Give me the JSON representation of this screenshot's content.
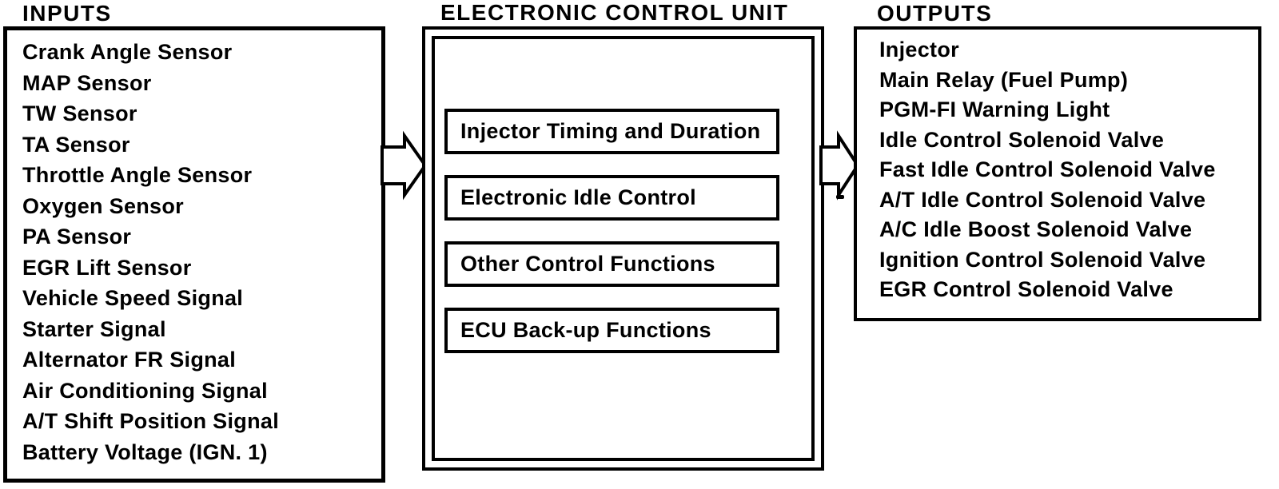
{
  "headings": {
    "inputs": "INPUTS",
    "ecu": "ELECTRONIC CONTROL UNIT",
    "outputs": "OUTPUTS"
  },
  "inputs": {
    "items": [
      "Crank Angle Sensor",
      "MAP Sensor",
      "TW Sensor",
      "TA Sensor",
      "Throttle Angle Sensor",
      "Oxygen Sensor",
      "PA Sensor",
      "EGR Lift Sensor",
      "Vehicle Speed Signal",
      "Starter Signal",
      "Alternator FR Signal",
      "Air Conditioning Signal",
      "A/T Shift Position Signal",
      "Battery Voltage (IGN. 1)"
    ]
  },
  "ecu": {
    "functions": [
      "Injector Timing and Duration",
      "Electronic Idle Control",
      "Other Control Functions",
      "ECU Back-up Functions"
    ]
  },
  "outputs": {
    "items": [
      "Injector",
      "Main Relay (Fuel Pump)",
      "PGM-FI Warning Light",
      "Idle Control Solenoid Valve",
      "Fast Idle Control Solenoid Valve",
      "A/T Idle Control Solenoid Valve",
      "A/C Idle Boost Solenoid Valve",
      "Ignition Control Solenoid Valve",
      "EGR Control Solenoid Valve"
    ]
  },
  "icons": {
    "input_flow_arrow": "block-arrow-right",
    "output_flow_arrow": "block-arrow-right"
  },
  "colors": {
    "ink": "#000000",
    "paper": "#ffffff"
  }
}
